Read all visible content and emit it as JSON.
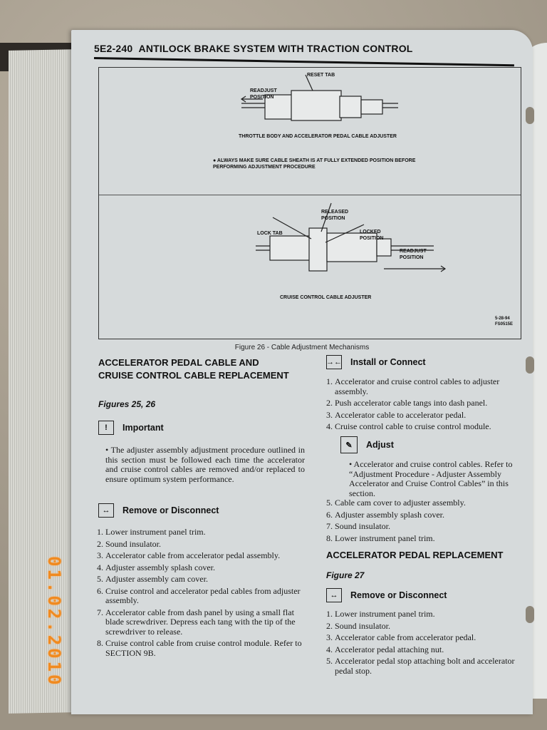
{
  "header": {
    "section_code": "5E2-240",
    "title": "ANTILOCK BRAKE SYSTEM WITH TRACTION CONTROL"
  },
  "figure": {
    "top_labels": {
      "reset_tab": "RESET TAB",
      "readjust_position": "READJUST POSITION",
      "name": "THROTTLE BODY AND ACCELERATOR PEDAL CABLE ADJUSTER",
      "note": "ALWAYS MAKE SURE CABLE SHEATH IS AT FULLY EXTENDED POSITION BEFORE PERFORMING ADJUSTMENT PROCEDURE"
    },
    "bottom_labels": {
      "released_position": "RELEASED POSITION",
      "lock_tab": "LOCK TAB",
      "locked_position": "LOCKED POSITION",
      "readjust_position": "READJUST POSITION",
      "name": "CRUISE CONTROL CABLE ADJUSTER"
    },
    "ref_date": "5-28-94",
    "ref_code": "FS0515E",
    "caption": "Figure 26 - Cable Adjustment Mechanisms"
  },
  "left": {
    "title": "ACCELERATOR PEDAL CABLE AND CRUISE CONTROL CABLE REPLACEMENT",
    "figures": "Figures 25, 26",
    "important_label": "Important",
    "important_text": "The adjuster assembly adjustment procedure outlined in this section must be followed each time the accelerator and cruise control cables are removed and/or replaced to ensure optimum system performance.",
    "remove_label": "Remove or Disconnect",
    "remove_steps": [
      "Lower instrument panel trim.",
      "Sound insulator.",
      "Accelerator cable from accelerator pedal assembly.",
      "Adjuster assembly splash cover.",
      "Adjuster assembly cam cover.",
      "Cruise control and accelerator pedal cables from adjuster assembly.",
      "Accelerator cable from dash panel by using a small flat blade screwdriver. Depress each tang with the tip of the screwdriver to release.",
      "Cruise control cable from cruise control module. Refer to SECTION 9B."
    ]
  },
  "right": {
    "install_label": "Install or Connect",
    "install_steps": [
      "Accelerator and cruise control cables to adjuster assembly.",
      "Push accelerator cable tangs into dash panel.",
      "Accelerator cable to accelerator pedal.",
      "Cruise control cable to cruise control module."
    ],
    "adjust_label": "Adjust",
    "adjust_text": "Accelerator and cruise control cables. Refer to “Adjustment Procedure - Adjuster Assembly Accelerator and Cruise Control Cables” in this section.",
    "install_steps_2": [
      "Cable cam cover to adjuster assembly.",
      "Adjuster assembly splash cover.",
      "Sound insulator.",
      "Lower instrument panel trim."
    ],
    "title2": "ACCELERATOR PEDAL REPLACEMENT",
    "figures2": "Figure 27",
    "remove_label": "Remove or Disconnect",
    "remove_steps": [
      "Lower instrument panel trim.",
      "Sound insulator.",
      "Accelerator cable from accelerator pedal.",
      "Accelerator pedal attaching nut.",
      "Accelerator pedal stop attaching bolt and accelerator pedal stop."
    ]
  },
  "date_stamp": "01.02.2010"
}
